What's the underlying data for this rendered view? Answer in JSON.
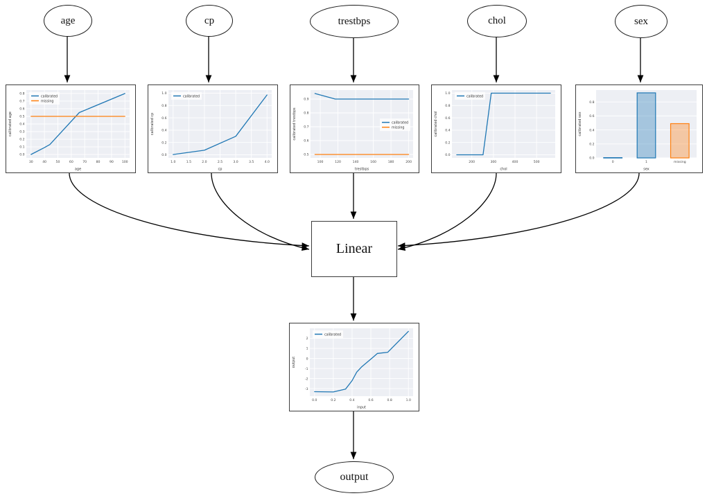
{
  "diagram": {
    "input_nodes": [
      {
        "label": "age"
      },
      {
        "label": "cp"
      },
      {
        "label": "trestbps"
      },
      {
        "label": "chol"
      },
      {
        "label": "sex"
      }
    ],
    "linear_label": "Linear",
    "output_label": "output"
  },
  "colors": {
    "calibrated": "#1f77b4",
    "missing": "#ff7f0e"
  },
  "chart_data": [
    {
      "id": "age",
      "type": "line",
      "xlabel": "age",
      "ylabel": "calibrated age",
      "xlim": [
        26.5,
        103.5
      ],
      "ylim": [
        -0.045,
        0.845
      ],
      "xticks": [
        30,
        40,
        50,
        60,
        70,
        80,
        90,
        100
      ],
      "xtick_labels": [
        "30",
        "40",
        "50",
        "60",
        "70",
        "80",
        "90",
        "100"
      ],
      "yticks": [
        0,
        0.1,
        0.2,
        0.3,
        0.4,
        0.5,
        0.6,
        0.7,
        0.8
      ],
      "ytick_labels": [
        "0.0",
        "0.1",
        "0.2",
        "0.3",
        "0.4",
        "0.5",
        "0.6",
        "0.7",
        "0.8"
      ],
      "legend": {
        "show": true,
        "position": "upper-left"
      },
      "series": [
        {
          "name": "calibrated",
          "color": "#1f77b4",
          "x": [
            30,
            40,
            44,
            66,
            100
          ],
          "y": [
            0.0,
            0.09,
            0.13,
            0.55,
            0.8
          ]
        },
        {
          "name": "missing",
          "color": "#ff7f0e",
          "x": [
            30,
            100
          ],
          "y": [
            0.5,
            0.5
          ]
        }
      ]
    },
    {
      "id": "cp",
      "type": "line",
      "xlabel": "cp",
      "ylabel": "calibrated cp",
      "xlim": [
        0.85,
        4.15
      ],
      "ylim": [
        -0.05,
        1.05
      ],
      "xticks": [
        1.0,
        1.5,
        2.0,
        2.5,
        3.0,
        3.5,
        4.0
      ],
      "xtick_labels": [
        "1.0",
        "1.5",
        "2.0",
        "2.5",
        "3.0",
        "3.5",
        "4.0"
      ],
      "yticks": [
        0,
        0.2,
        0.4,
        0.6,
        0.8,
        1.0
      ],
      "ytick_labels": [
        "0.0",
        "0.2",
        "0.4",
        "0.6",
        "0.8",
        "1.0"
      ],
      "legend": {
        "show": true,
        "position": "upper-left"
      },
      "series": [
        {
          "name": "calibrated",
          "color": "#1f77b4",
          "x": [
            1.0,
            2.0,
            3.0,
            4.0
          ],
          "y": [
            0.005,
            0.075,
            0.3,
            0.97
          ]
        }
      ]
    },
    {
      "id": "trestbps",
      "type": "line",
      "xlabel": "trestbps",
      "ylabel": "calibrated trestbps",
      "xlim": [
        89,
        205
      ],
      "ylim": [
        0.475,
        0.965
      ],
      "xticks": [
        100,
        120,
        140,
        160,
        180,
        200
      ],
      "xtick_labels": [
        "100",
        "120",
        "140",
        "160",
        "180",
        "200"
      ],
      "yticks": [
        0.5,
        0.6,
        0.7,
        0.8,
        0.9
      ],
      "ytick_labels": [
        "0.5",
        "0.6",
        "0.7",
        "0.8",
        "0.9"
      ],
      "legend": {
        "show": true,
        "position": "center-right"
      },
      "series": [
        {
          "name": "calibrated",
          "color": "#1f77b4",
          "x": [
            94,
            117,
            200
          ],
          "y": [
            0.94,
            0.9,
            0.9
          ]
        },
        {
          "name": "missing",
          "color": "#ff7f0e",
          "x": [
            94,
            200
          ],
          "y": [
            0.5,
            0.5
          ]
        }
      ]
    },
    {
      "id": "chol",
      "type": "line",
      "xlabel": "chol",
      "ylabel": "calibrated chol",
      "xlim": [
        108,
        586
      ],
      "ylim": [
        -0.05,
        1.05
      ],
      "xticks": [
        200,
        300,
        400,
        500
      ],
      "xtick_labels": [
        "200",
        "300",
        "400",
        "500"
      ],
      "yticks": [
        0,
        0.2,
        0.4,
        0.6,
        0.8,
        1.0
      ],
      "ytick_labels": [
        "0.0",
        "0.2",
        "0.4",
        "0.6",
        "0.8",
        "1.0"
      ],
      "legend": {
        "show": true,
        "position": "upper-left"
      },
      "series": [
        {
          "name": "calibrated",
          "color": "#1f77b4",
          "x": [
            130,
            252,
            290,
            564
          ],
          "y": [
            0.0,
            0.0,
            1.0,
            1.0
          ]
        }
      ]
    },
    {
      "id": "sex",
      "type": "bar",
      "xlabel": "sex",
      "ylabel": "calibrated sex",
      "categories": [
        "0",
        "1",
        "missing"
      ],
      "values": [
        0.004,
        0.93,
        0.49
      ],
      "bar_colors": [
        "#1f77b4",
        "#1f77b4",
        "#ff7f0e"
      ],
      "ylim": [
        0,
        0.97
      ],
      "yticks": [
        0,
        0.2,
        0.4,
        0.6,
        0.8
      ],
      "ytick_labels": [
        "0.0",
        "0.2",
        "0.4",
        "0.6",
        "0.8"
      ],
      "legend": {
        "show": false
      }
    },
    {
      "id": "output",
      "type": "line",
      "xlabel": "input",
      "ylabel": "output",
      "xlim": [
        -0.05,
        1.05
      ],
      "ylim": [
        -3.75,
        3.0
      ],
      "xticks": [
        0,
        0.2,
        0.4,
        0.6,
        0.8,
        1.0
      ],
      "xtick_labels": [
        "0.0",
        "0.2",
        "0.4",
        "0.6",
        "0.8",
        "1.0"
      ],
      "yticks": [
        -3,
        -2,
        -1,
        0,
        1,
        2
      ],
      "ytick_labels": [
        "-3",
        "-2",
        "-1",
        "0",
        "1",
        "2"
      ],
      "legend": {
        "show": true,
        "position": "upper-left"
      },
      "series": [
        {
          "name": "calibrated",
          "color": "#1f77b4",
          "x": [
            0,
            0.2,
            0.33,
            0.4,
            0.45,
            0.5,
            0.55,
            0.62,
            0.67,
            0.78,
            1.0
          ],
          "y": [
            -3.3,
            -3.33,
            -3.05,
            -2.2,
            -1.35,
            -0.85,
            -0.45,
            0.1,
            0.5,
            0.62,
            2.7
          ]
        }
      ]
    }
  ]
}
